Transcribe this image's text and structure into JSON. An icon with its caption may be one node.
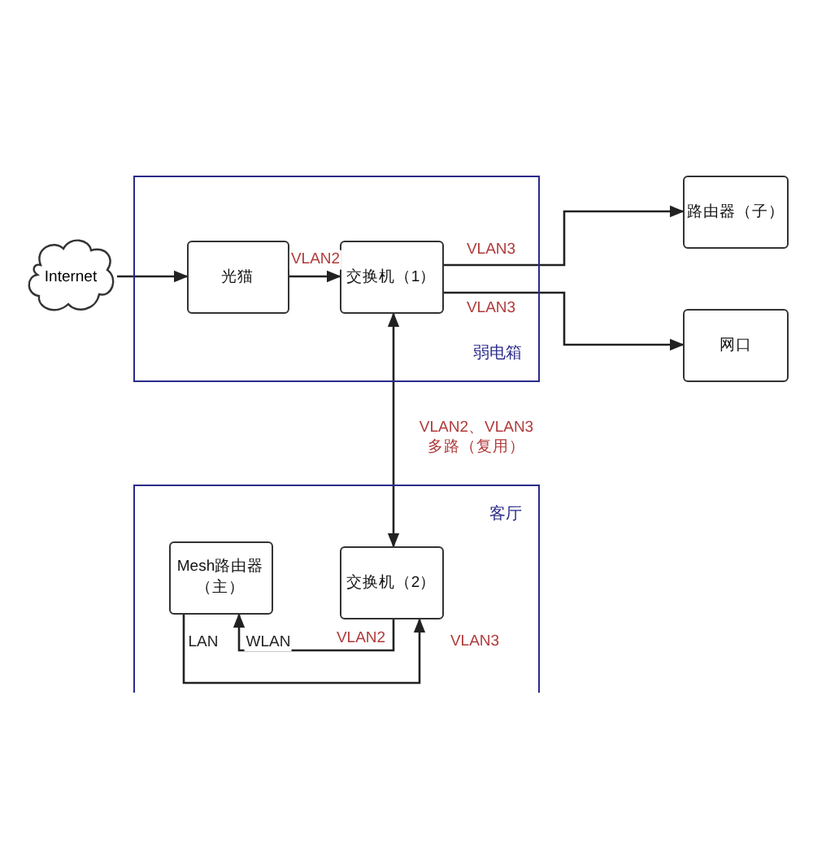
{
  "diagram": {
    "nodes": [
      {
        "text": [
          "Internet"
        ]
      },
      {
        "text": [
          "弱电箱"
        ]
      },
      {
        "text": [
          "光猫"
        ],
        "in": 1
      },
      {
        "text": [
          "交换机（1）"
        ],
        "in": 1
      },
      {
        "text": [
          "路由器（子）"
        ]
      },
      {
        "text": [
          "网口"
        ]
      },
      {
        "text": [
          "客厅"
        ]
      },
      {
        "text": [
          "Mesh路由器（主）"
        ],
        "in": 6
      },
      {
        "text": [
          "交换机（2）"
        ],
        "in": 6
      }
    ],
    "edges": [
      {
        "from": 0,
        "to": 2,
        "arrow": "to"
      },
      {
        "from": 2,
        "to": 3,
        "arrow": "to",
        "label": "VLAN2"
      },
      {
        "from": 3,
        "to": 4,
        "arrow": "to",
        "label": "VLAN3"
      },
      {
        "from": 3,
        "to": 5,
        "arrow": "to",
        "label": "VLAN3"
      },
      {
        "from": 3,
        "to": 8,
        "arrow": "both",
        "label": "VLAN2、VLAN3 多路（复用）"
      },
      {
        "from": 8,
        "to": 7,
        "arrow": "to",
        "label": "VLAN2"
      },
      {
        "from": 7,
        "to": 8,
        "arrow": "to",
        "label": "VLAN3"
      }
    ],
    "labels": [
      "LAN",
      "WLAN"
    ]
  }
}
